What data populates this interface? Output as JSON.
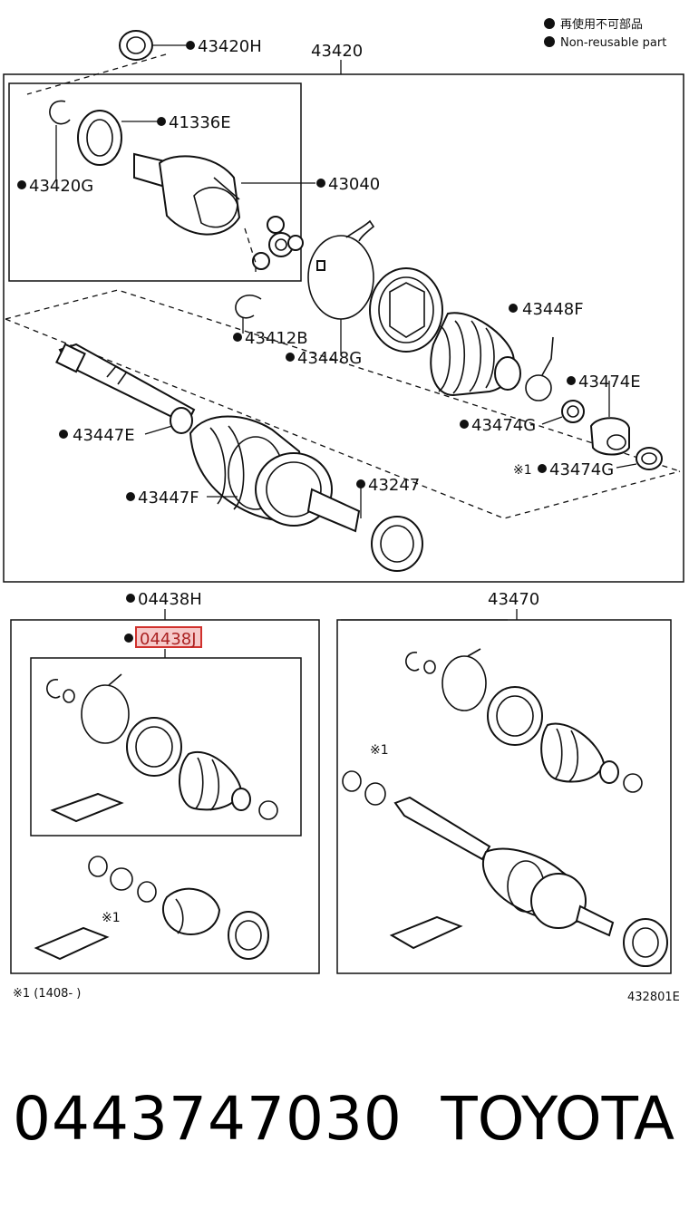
{
  "legend": {
    "line1": "再使用不可部品",
    "line2": "Non-reusable part"
  },
  "callouts": {
    "p43420H": "43420H",
    "p43420": "43420",
    "p41336E": "41336E",
    "p43420G": "43420G",
    "p43040": "43040",
    "p43412B": "43412B",
    "p43448G": "43448G",
    "p43448F": "43448F",
    "p43474E": "43474E",
    "p43474G_a": "43474G",
    "p43474G_b": "43474G",
    "p43474G_b_mark": "※1",
    "p43447E": "43447E",
    "p43447F": "43447F",
    "p43247": "43247",
    "p04438H": "04438H",
    "p04438J": "04438J",
    "p43470": "43470",
    "mark_left": "※1",
    "mark_right": "※1"
  },
  "footer": {
    "note": "※1 (1408-      )",
    "figure_code": "432801E"
  },
  "caption": {
    "part_number": "0443747030",
    "brand": "TOYOTA"
  },
  "colors": {
    "highlight": "#d0312d",
    "highlight_fill": "#f6caca",
    "line": "#111111"
  }
}
